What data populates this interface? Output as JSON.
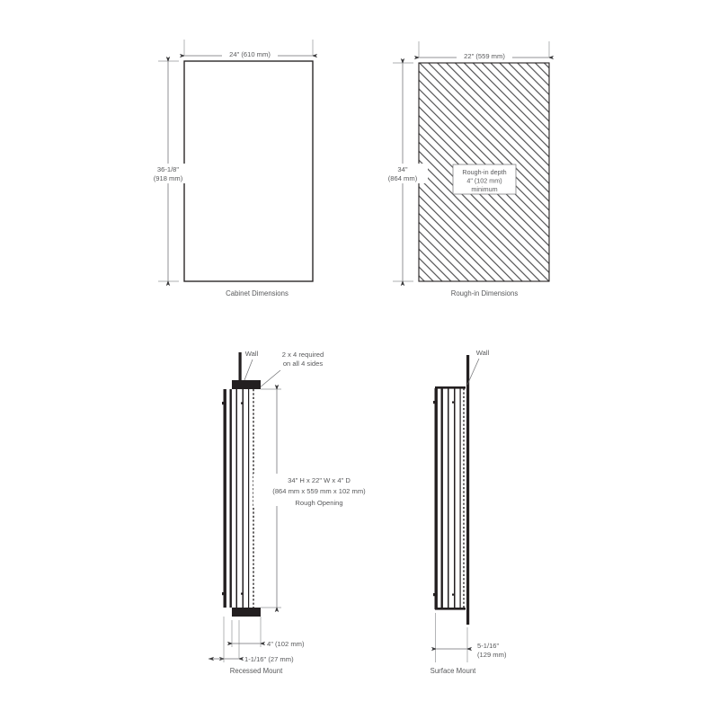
{
  "page": {
    "background_color": "#ffffff",
    "line_color": "#231f20",
    "text_color": "#58595b",
    "dim_line_color": "#808285",
    "hatch_color": "#58595b"
  },
  "figures": [
    {
      "id": "cabinet-dimensions",
      "caption": "Cabinet Dimensions",
      "dimensions": {
        "width_label": "24\" (610 mm)",
        "height_label_line1": "36-1/8\"",
        "height_label_line2": "(918 mm)"
      }
    },
    {
      "id": "rough-in-dimensions",
      "caption": "Rough-in Dimensions",
      "dimensions": {
        "width_label": "22\" (559 mm)",
        "height_label_line1": "34\"",
        "height_label_line2": "(864 mm)"
      },
      "callout": {
        "line1": "Rough-in depth",
        "line2": "4\" (102 mm)",
        "line3": "minimum"
      }
    },
    {
      "id": "recessed-mount",
      "caption": "Recessed Mount",
      "labels": {
        "wall": "Wall",
        "stud_note_line1": "2 x 4 required",
        "stud_note_line2": "on all 4 sides"
      },
      "rough_opening": {
        "line1": "34\" H  x  22\" W x 4\" D",
        "line2": "(864 mm x 559 mm x 102 mm)",
        "line3": "Rough Opening"
      },
      "dimensions": {
        "depth_label": "4\" (102 mm)",
        "protrusion_label": "1-1/16\" (27 mm)"
      }
    },
    {
      "id": "surface-mount",
      "caption": "Surface Mount",
      "labels": {
        "wall": "Wall"
      },
      "dimensions": {
        "depth_label_line1": "5-1/16\"",
        "depth_label_line2": "(129 mm)"
      }
    }
  ]
}
